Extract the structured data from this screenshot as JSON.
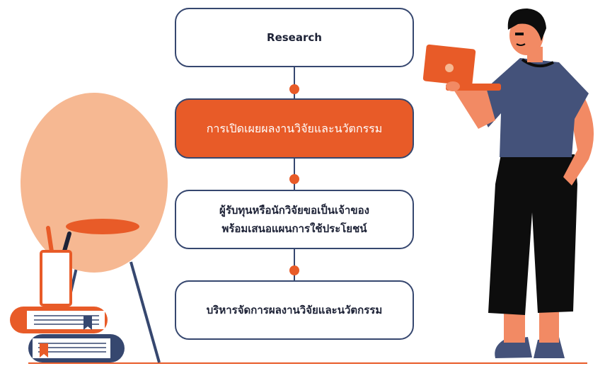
{
  "steps": [
    {
      "label": "Research"
    },
    {
      "label": "การเปิดเผยผลงานวิจัยและนวัตกรรม"
    },
    {
      "line1": "ผู้รับทุนหรือนักวิจัยขอเป็นเจ้าของ",
      "line2": "พร้อมเสนอแผนการใช้ประโยชน์"
    },
    {
      "label": "บริหารจัดการผลงานวิจัยและนวัตกรรม"
    }
  ],
  "colors": {
    "accent": "#e85b28",
    "navy": "#36476f",
    "peach": "#f6b892",
    "shirt": "#44527a"
  },
  "icons": [
    "chair",
    "pen-cup",
    "book-stack",
    "laptop",
    "person"
  ]
}
